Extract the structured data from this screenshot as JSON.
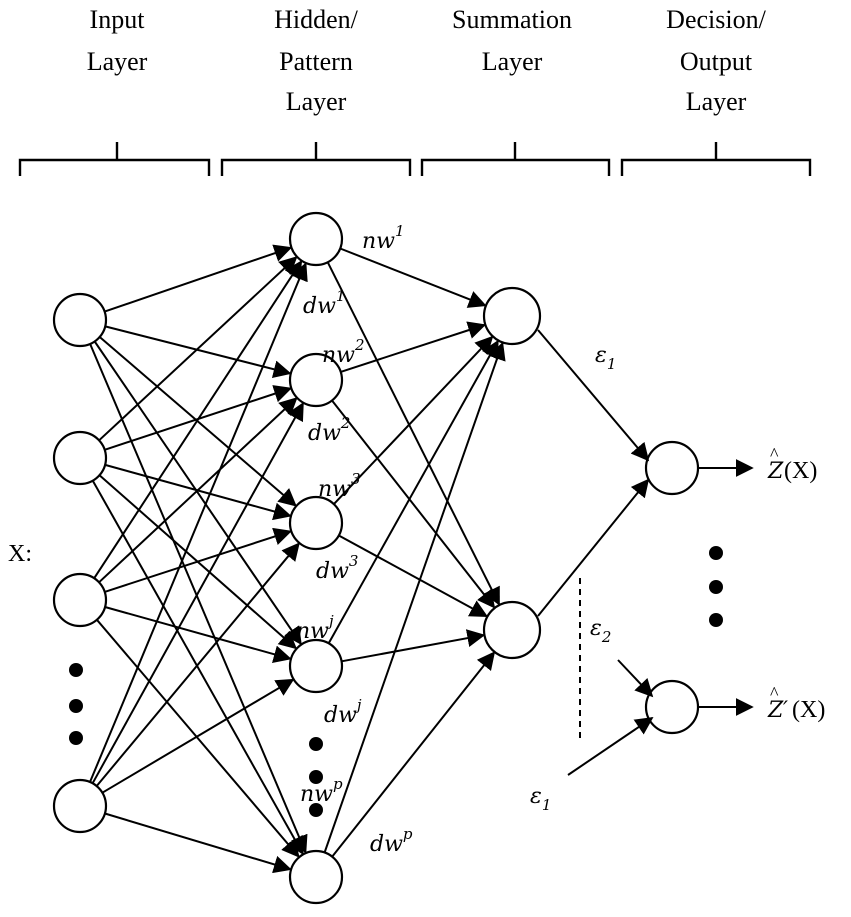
{
  "headers": {
    "input": [
      "Input",
      "Layer"
    ],
    "hidden": [
      "Hidden/",
      "Pattern",
      "Layer"
    ],
    "summation": [
      "Summation",
      "Layer"
    ],
    "output": [
      "Decision/",
      "Output",
      "Layer"
    ]
  },
  "input_label": "X:",
  "weights": [
    {
      "base": "nw",
      "sup": "1"
    },
    {
      "base": "dw",
      "sup": "1"
    },
    {
      "base": "nw",
      "sup": "2"
    },
    {
      "base": "dw",
      "sup": "2"
    },
    {
      "base": "nw",
      "sup": "3"
    },
    {
      "base": "dw",
      "sup": "3"
    },
    {
      "base": "nw",
      "sup": "j"
    },
    {
      "base": "dw",
      "sup": "j"
    },
    {
      "base": "nw",
      "sup": "p"
    },
    {
      "base": "dw",
      "sup": "p"
    }
  ],
  "epsilons": [
    {
      "base": "ε",
      "sub": "1"
    },
    {
      "base": "ε",
      "sub": "2"
    },
    {
      "base": "ε",
      "sub": "1"
    }
  ],
  "outputs": [
    {
      "hat": "Z",
      "prime": "",
      "arg": "(X)"
    },
    {
      "hat": "Z",
      "prime": "′",
      "arg": "(X)"
    }
  ]
}
